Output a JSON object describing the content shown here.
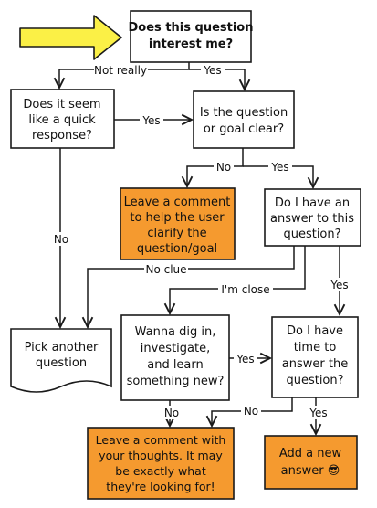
{
  "diagram": {
    "nodes": {
      "start": {
        "lines": [
          "Does this question",
          "interest me?"
        ],
        "bold": true
      },
      "quick": {
        "lines": [
          "Does it seem",
          "like a quick",
          "response?"
        ]
      },
      "clear": {
        "lines": [
          "Is the question",
          "or goal clear?"
        ]
      },
      "clarify": {
        "lines": [
          "Leave a comment",
          "to help the user",
          "clarify the",
          "question/goal"
        ]
      },
      "have_answer": {
        "lines": [
          "Do I have an",
          "answer to this",
          "question?"
        ]
      },
      "pick_another": {
        "lines": [
          "Pick another",
          "question"
        ]
      },
      "dig_in": {
        "lines": [
          "Wanna dig in,",
          "investigate,",
          "and learn",
          "something new?"
        ]
      },
      "have_time": {
        "lines": [
          "Do I have",
          "time to",
          "answer the",
          "question?"
        ]
      },
      "leave_thoughts": {
        "lines": [
          "Leave a comment with",
          "your thoughts. It may",
          "be exactly what",
          "they're looking for!"
        ]
      },
      "add_answer": {
        "lines": [
          "Add a new",
          "answer 😎"
        ]
      }
    },
    "edge_labels": {
      "start_not_really": "Not really",
      "start_yes": "Yes",
      "quick_yes": "Yes",
      "quick_no": "No",
      "clear_no": "No",
      "clear_yes": "Yes",
      "answer_no_clue": "No clue",
      "answer_close": "I'm close",
      "answer_yes": "Yes",
      "dig_yes": "Yes",
      "dig_no": "No",
      "time_no": "No",
      "time_yes": "Yes"
    },
    "colors": {
      "stroke": "#1a1a1a",
      "box_fill": "#ffffff",
      "highlight_fill": "#f59a2f",
      "pointer_fill": "#fbf046",
      "pointer_stroke": "#1a1a1a"
    }
  }
}
